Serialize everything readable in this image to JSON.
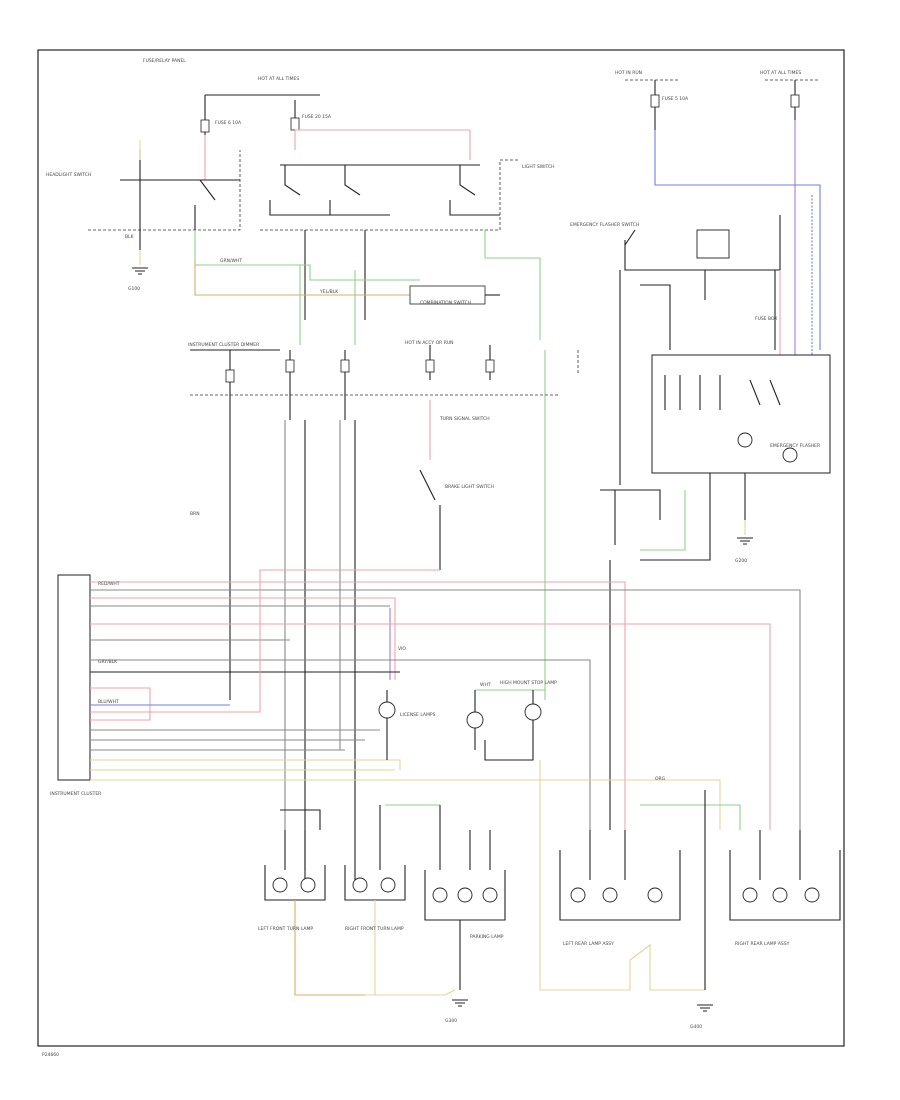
{
  "labels": {
    "fuse_panel_left": "FUSE/RELAY PANEL",
    "hot_all_times_1": "HOT AT ALL TIMES",
    "hot_in_run": "HOT IN RUN",
    "hot_all_times_2": "HOT AT ALL TIMES",
    "fuse_f1": "FUSE 6 10A",
    "fuse_f2": "FUSE 20 15A",
    "fuse_f3": "FUSE 5 10A",
    "light_switch": "LIGHT SWITCH",
    "headlight_switch": "HEADLIGHT SWITCH",
    "ground_g1": "G100",
    "ground_g2": "G200",
    "ground_g3": "G300",
    "ground_g4": "G400",
    "hot_in_accy": "HOT IN ACCY OR RUN",
    "dimmer": "INSTRUMENT CLUSTER DIMMER",
    "hazard_switch": "EMERGENCY FLASHER SWITCH",
    "turn_signal_switch": "TURN SIGNAL SWITCH",
    "brake_switch": "BRAKE LIGHT SWITCH",
    "fuse_box": "FUSE BOX",
    "flasher": "EMERGENCY FLASHER",
    "combination_switch": "COMBINATION SWITCH",
    "instrument_cluster": "INSTRUMENT CLUSTER",
    "license_lamps": "LICENSE LAMPS",
    "lh_front": "LEFT FRONT TURN LAMP",
    "rh_front": "RIGHT FRONT TURN LAMP",
    "lh_rear": "LEFT REAR LAMP ASSY",
    "rh_rear": "RIGHT REAR LAMP ASSY",
    "center_brake": "HIGH MOUNT STOP LAMP",
    "pass_brake": "PARKING LAMP",
    "wire_grn": "GRN/WHT",
    "wire_yel": "YEL/BLK",
    "wire_blk": "BLK",
    "wire_red": "RED/WHT",
    "wire_blu": "BLU/WHT",
    "wire_vio": "VIO",
    "wire_gry": "GRY/BLK",
    "wire_brn": "BRN",
    "wire_wht": "WHT",
    "wire_org": "ORG",
    "footer": "P24660"
  }
}
